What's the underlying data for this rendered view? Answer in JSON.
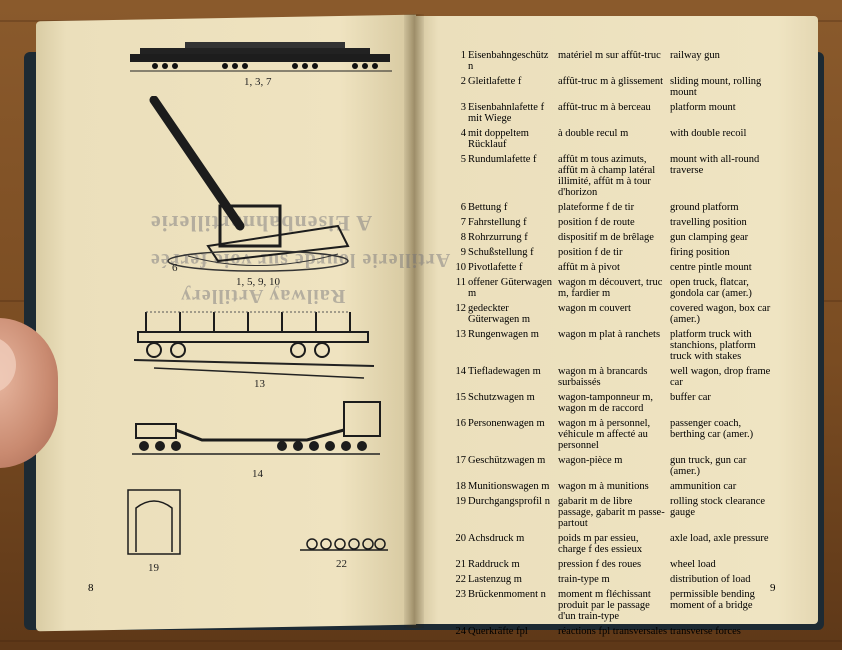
{
  "left_page": {
    "captions": {
      "fig_top": "1, 3, 7",
      "fig_gun": "6",
      "fig_gun_refs": "1, 5, 9, 10",
      "fig_13": "13",
      "fig_14": "14",
      "fig_19": "19",
      "fig_22": "22"
    },
    "bleed_through": [
      "A Eisenbahnartillerie",
      "Artillerie lourde sur voie ferrée",
      "Railway Artillery"
    ],
    "page_number": "8"
  },
  "right_page": {
    "page_number": "9",
    "entries": [
      {
        "n": "1",
        "de": "Eisenbahngeschütz n",
        "fr": "matériel m sur affût-truc",
        "en": "railway gun"
      },
      {
        "n": "2",
        "de": "Gleitlafette f",
        "fr": "affût-truc m à glissement",
        "en": "sliding mount, rolling mount"
      },
      {
        "n": "3",
        "de": "Eisenbahnlafette f mit Wiege",
        "fr": "affût-truc m à berceau",
        "en": "platform mount"
      },
      {
        "n": "4",
        "de": "mit doppeltem Rücklauf",
        "fr": "à double recul m",
        "en": "with double recoil"
      },
      {
        "n": "5",
        "de": "Rundumlafette f",
        "fr": "affût m tous azimuts, affût m à champ latéral illimité, affût m à tour d'horizon",
        "en": "mount with all-round traverse"
      },
      {
        "n": "6",
        "de": "Bettung f",
        "fr": "plateforme f de tir",
        "en": "ground platform"
      },
      {
        "n": "7",
        "de": "Fahrstellung f",
        "fr": "position f de route",
        "en": "travelling position"
      },
      {
        "n": "8",
        "de": "Rohrzurrung f",
        "fr": "dispositif m de brêlage",
        "en": "gun clamping gear"
      },
      {
        "n": "9",
        "de": "Schußstellung f",
        "fr": "position f de tir",
        "en": "firing position"
      },
      {
        "n": "10",
        "de": "Pivotlafette f",
        "fr": "affût m à pivot",
        "en": "centre pintle mount"
      },
      {
        "n": "11",
        "de": "offener Güterwagen m",
        "fr": "wagon m découvert, truc m, fardier m",
        "en": "open truck, flatcar, gondola car (amer.)"
      },
      {
        "n": "12",
        "de": "gedeckter Güterwagen m",
        "fr": "wagon m couvert",
        "en": "covered wagon, box car (amer.)"
      },
      {
        "n": "13",
        "de": "Rungenwagen m",
        "fr": "wagon m plat à ranchets",
        "en": "platform truck with stanchions, platform truck with stakes"
      },
      {
        "n": "14",
        "de": "Tiefladewagen m",
        "fr": "wagon m à brancards surbaissés",
        "en": "well wagon, drop frame car"
      },
      {
        "n": "15",
        "de": "Schutzwagen m",
        "fr": "wagon-tamponneur m, wagon m de raccord",
        "en": "buffer car"
      },
      {
        "n": "16",
        "de": "Personenwagen m",
        "fr": "wagon m à personnel, véhicule m affecté au personnel",
        "en": "passenger coach, berthing car (amer.)"
      },
      {
        "n": "17",
        "de": "Geschützwagen m",
        "fr": "wagon-pièce m",
        "en": "gun truck, gun car (amer.)"
      },
      {
        "n": "18",
        "de": "Munitionswagen m",
        "fr": "wagon m à munitions",
        "en": "ammunition car"
      },
      {
        "n": "19",
        "de": "Durchgangsprofil n",
        "fr": "gabarit m de libre passage, gabarit m passe-partout",
        "en": "rolling stock clearance gauge"
      },
      {
        "n": "20",
        "de": "Achsdruck m",
        "fr": "poids m par essieu, charge f des essieux",
        "en": "axle load, axle pressure"
      },
      {
        "n": "21",
        "de": "Raddruck m",
        "fr": "pression f des roues",
        "en": "wheel load"
      },
      {
        "n": "22",
        "de": "Lastenzug m",
        "fr": "train-type m",
        "en": "distribution of load"
      },
      {
        "n": "23",
        "de": "Brückenmoment n",
        "fr": "moment m fléchissant produit par le passage d'un train-type",
        "en": "permissible bending moment of a bridge"
      },
      {
        "n": "24",
        "de": "Querkräfte fpl",
        "fr": "réactions fpl transversales",
        "en": "transverse forces"
      }
    ]
  }
}
